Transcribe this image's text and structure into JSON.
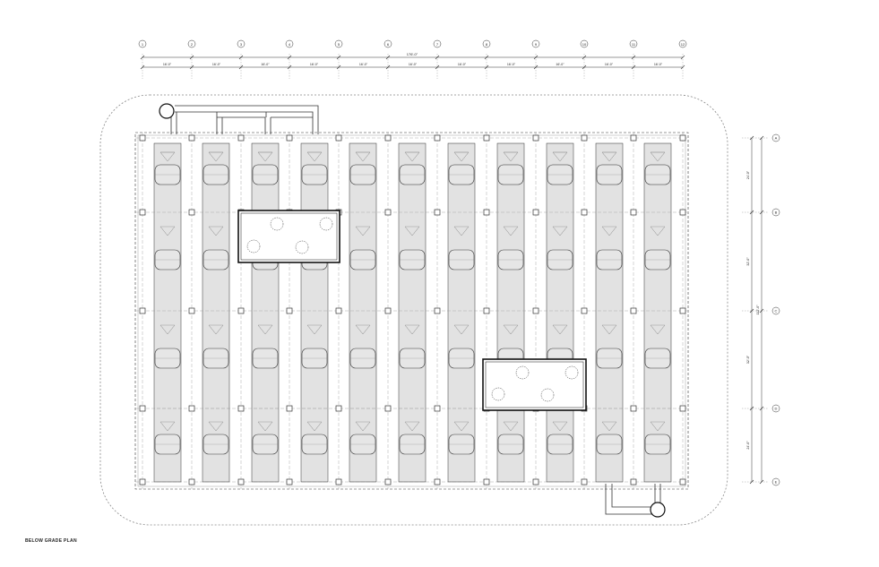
{
  "drawing_title": "BELOW GRADE PLAN",
  "column_grid": [
    "1",
    "2",
    "3",
    "4",
    "5",
    "6",
    "7",
    "8",
    "9",
    "10",
    "11",
    "12"
  ],
  "row_grid": [
    "A",
    "B",
    "C",
    "D",
    "E"
  ],
  "overall_width_dim": "176'-0\"",
  "bay_dims": [
    "16'-0\"",
    "16'-0\"",
    "16'-0\"",
    "16'-0\"",
    "16'-0\"",
    "16'-0\"",
    "16'-0\"",
    "16'-0\"",
    "16'-0\"",
    "16'-0\"",
    "16'-0\""
  ],
  "row_dims": [
    "24'-0\"",
    "32'-0\"",
    "32'-0\"",
    "24'-0\""
  ],
  "overall_depth_dim": "112'-0\"",
  "colors": {
    "line": "#333333",
    "hatch": "#aaaaaa",
    "light": "#888888"
  }
}
